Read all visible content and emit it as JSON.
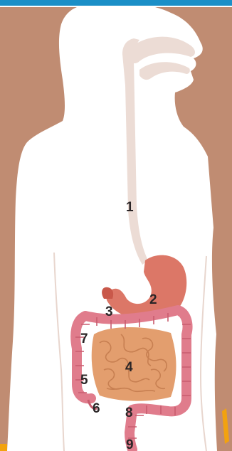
{
  "colors": {
    "accent_bar": "#1b8fc7",
    "skin": "#c08c72",
    "outline": "#e8d6ce",
    "esophagus": "#ecdcd5",
    "stomach": "#dc7767",
    "stomach_dark": "#c9584a",
    "colon": "#e07c8c",
    "colon_dark": "#c85c6e",
    "small_intestine": "#e39e6e",
    "small_intestine_line": "#c77f51",
    "label": "#2a2526",
    "corner_accent": "#f2a20f"
  },
  "labels": [
    {
      "id": "esophagus",
      "text": "1"
    },
    {
      "id": "stomach",
      "text": "2"
    },
    {
      "id": "duodenum",
      "text": "3"
    },
    {
      "id": "small-intestine",
      "text": "4"
    },
    {
      "id": "ascending-colon",
      "text": "5"
    },
    {
      "id": "cecum",
      "text": "6"
    },
    {
      "id": "transverse-colon",
      "text": "7"
    },
    {
      "id": "sigmoid-colon",
      "text": "8"
    },
    {
      "id": "rectum",
      "text": "9"
    }
  ]
}
